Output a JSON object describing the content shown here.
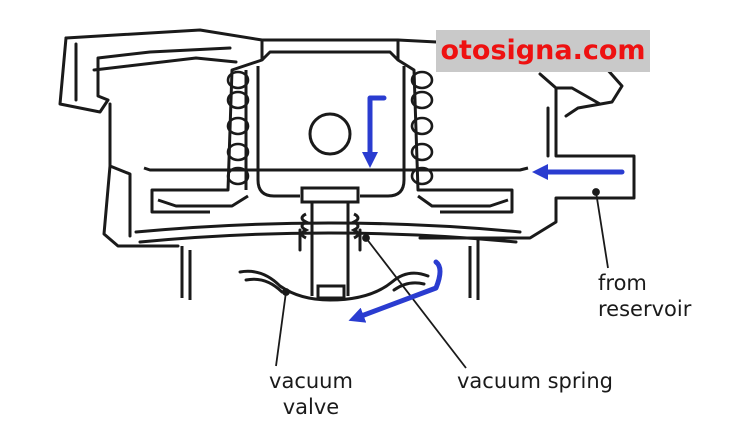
{
  "watermark": {
    "text": "otosigna.com",
    "text_color": "#ee1111",
    "background": "#c9c9c9"
  },
  "labels": {
    "from_reservoir": {
      "line1": "from",
      "line2": "reservoir"
    },
    "vacuum_valve": {
      "line1": "vacuum",
      "line2": "valve"
    },
    "vacuum_spring": {
      "text": "vacuum spring"
    }
  },
  "colors": {
    "line": "#1a1a1a",
    "flow_arrow": "#2a3cd0"
  },
  "icons": {
    "flow_arrows": [
      "arrow-down-icon",
      "arrow-left-icon",
      "arrow-down-left-icon"
    ]
  }
}
